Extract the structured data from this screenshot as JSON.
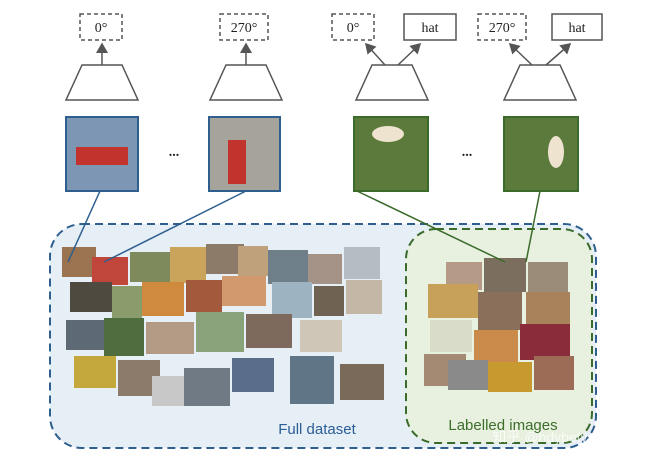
{
  "diagram": {
    "left_branch": {
      "rotation_label_a": "0°",
      "rotation_label_b": "270°",
      "ellipsis": "..."
    },
    "right_branch": {
      "rotation_label_a": "0°",
      "class_label_a": "hat",
      "rotation_label_b": "270°",
      "class_label_b": "hat",
      "ellipsis": "..."
    },
    "full_dataset_label": "Full dataset",
    "labelled_images_label": "Labelled images",
    "watermark": "知乎 @hdybety",
    "colors": {
      "blue": "#2e5f8f",
      "green": "#3a6b2a",
      "full_bg": "#e6eef6",
      "labelled_bg": "#e8f0e0",
      "label_blue": "#2a5e96",
      "label_green": "#3d6e2b",
      "stroke": "#555555"
    }
  }
}
